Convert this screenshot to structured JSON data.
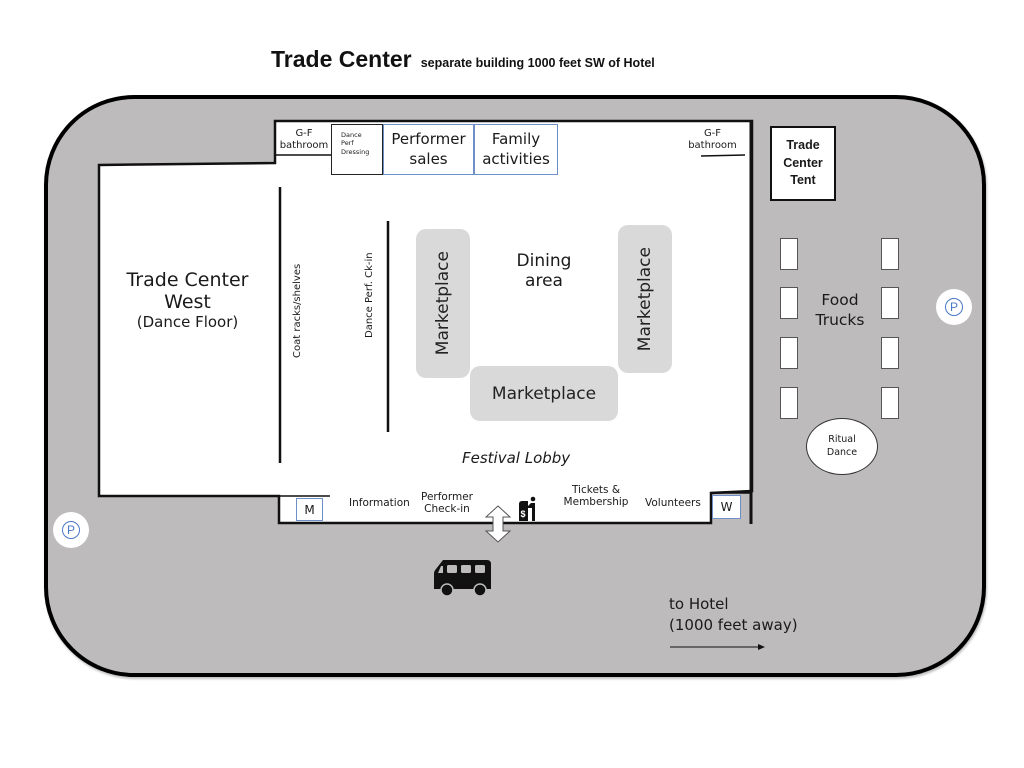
{
  "header": {
    "title": "Trade Center",
    "subtitle": "separate building 1000 feet SW of Hotel"
  },
  "building": {
    "west_hall": {
      "line1": "Trade Center",
      "line2": "West",
      "line3": "(Dance Floor)"
    },
    "top_rooms": {
      "gf_bathroom_left": "G-F bathroom",
      "dance_perf_dressing": "Dance Perf Dressing",
      "performer_sales": "Performer sales",
      "family_activities": "Family activities",
      "gf_bathroom_right": "G-F bathroom"
    },
    "coat_racks": "Coat racks/shelves",
    "dance_perf_checkin": "Dance Perf. Ck-in",
    "dining_area": "Dining area",
    "marketplaces": [
      "Marketplace",
      "Marketplace",
      "Marketplace"
    ],
    "festival_lobby": "Festival Lobby",
    "bottom_row": {
      "mens_restroom": "M",
      "information": "Information",
      "performer_checkin": "Performer Check-in",
      "tickets_membership": "Tickets & Membership",
      "volunteers": "Volunteers",
      "womens_restroom": "W"
    },
    "icons": {
      "entrance": "double-arrow-icon",
      "ticket_booth": "ticket-purchase-icon"
    }
  },
  "outside": {
    "trade_center_tent": "Trade Center Tent",
    "food_trucks": "Food Trucks",
    "food_truck_count": 8,
    "ritual_dance": "Ritual Dance",
    "parking_label": "P",
    "to_hotel_line1": "to Hotel",
    "to_hotel_line2": "(1000 feet away)",
    "shuttle_icon": "bus-icon"
  },
  "colors": {
    "lot_gray": "#bdbbbc",
    "marketplace_gray": "#d9d9d9",
    "parking_blue": "#4a78c8",
    "room_border_blue": "#6f8fc8"
  }
}
